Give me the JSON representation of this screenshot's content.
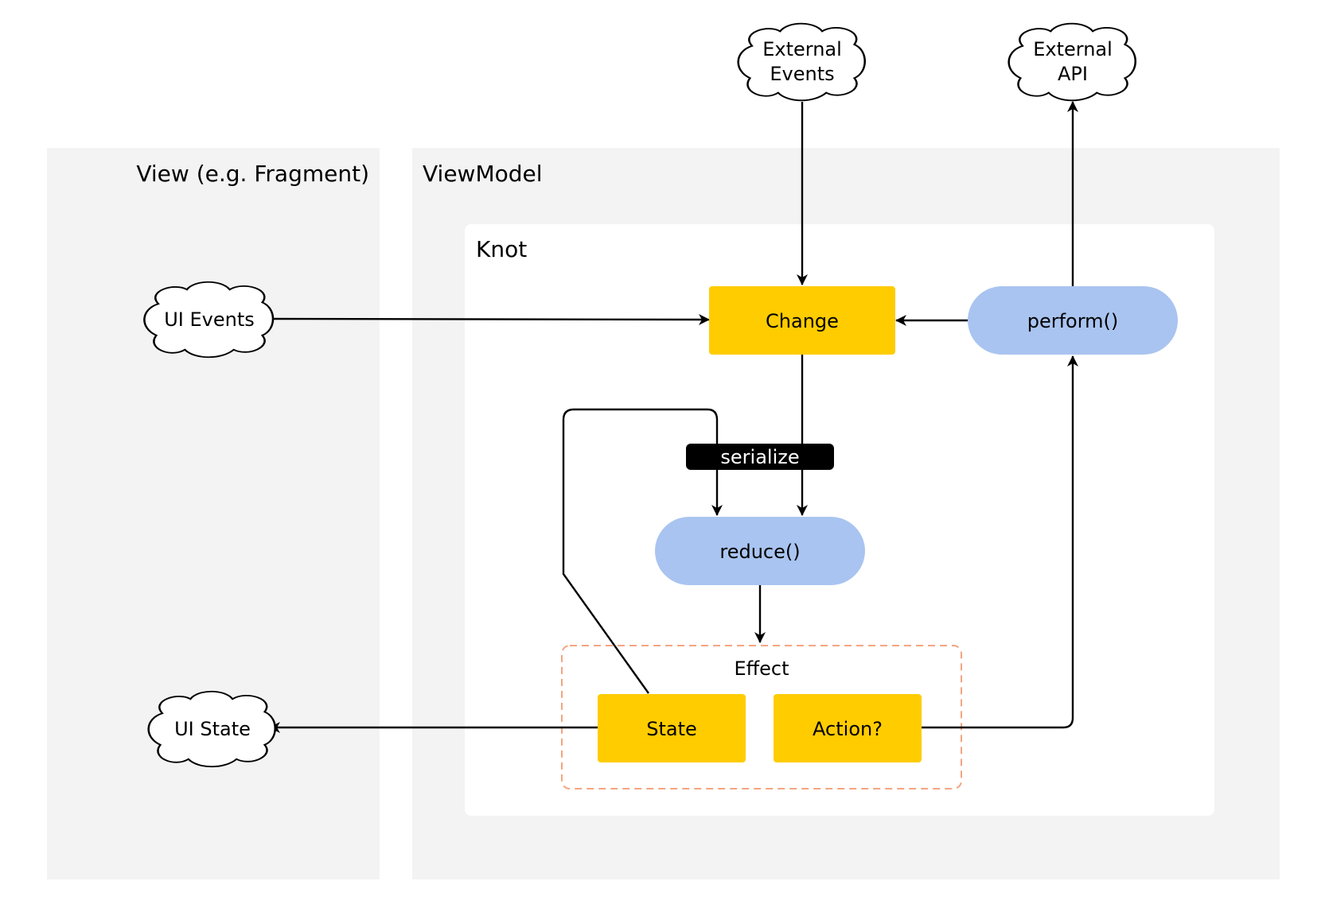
{
  "regions": {
    "view": {
      "title": "View (e.g. Fragment)"
    },
    "viewmodel": {
      "title": "ViewModel"
    },
    "knot": {
      "title": "Knot"
    },
    "effect": {
      "title": "Effect"
    }
  },
  "nodes": {
    "change": "Change",
    "perform": "perform()",
    "reduce": "reduce()",
    "state": "State",
    "action": "Action?"
  },
  "clouds": {
    "external_events": {
      "line1": "External",
      "line2": "Events"
    },
    "external_api": {
      "line1": "External",
      "line2": "API"
    },
    "ui_events": "UI Events",
    "ui_state": "UI State"
  },
  "tags": {
    "serialize": "serialize"
  },
  "colors": {
    "region_bg": "#f3f3f3",
    "knot_bg": "#ffffff",
    "yellow_node": "#ffcc00",
    "blue_node": "#a9c4f0",
    "effect_border": "#f4a582",
    "serialize_bg": "#000000"
  }
}
